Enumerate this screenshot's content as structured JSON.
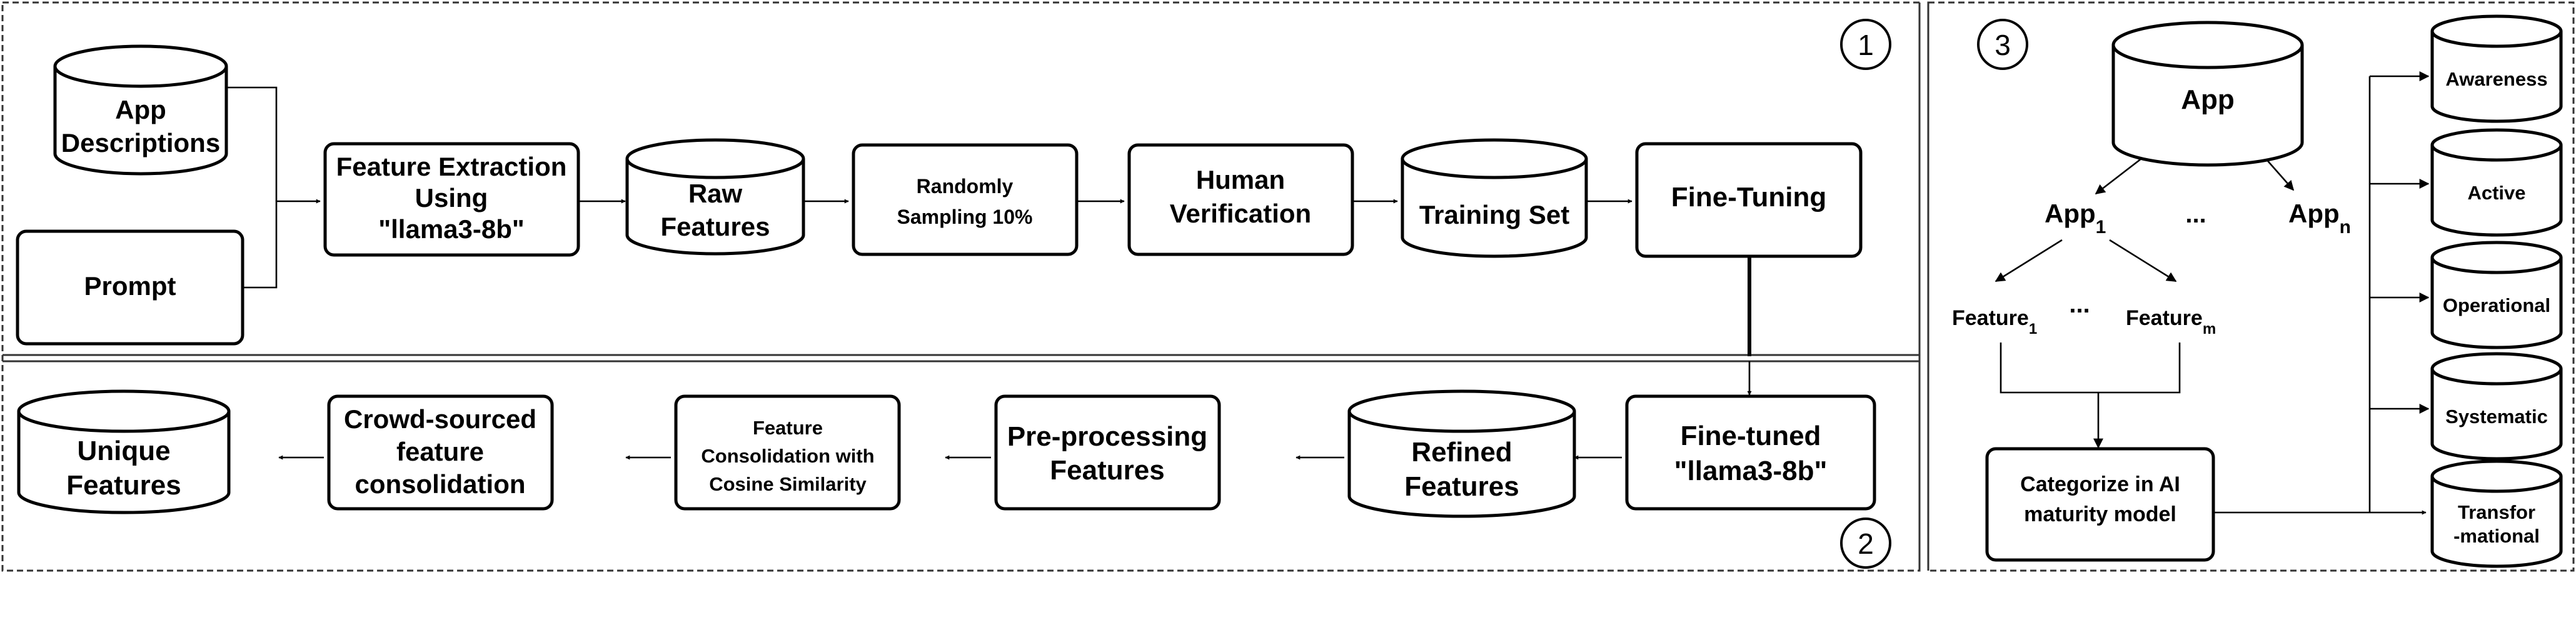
{
  "section_numbers": {
    "one": "1",
    "two": "2",
    "three": "3"
  },
  "pipeline1": {
    "app_descriptions": [
      "App",
      "Descriptions"
    ],
    "prompt": "Prompt",
    "feature_extraction": [
      "Feature Extraction",
      "Using",
      "\"llama3-8b\""
    ],
    "raw_features": [
      "Raw",
      "Features"
    ],
    "random_sampling": [
      "Randomly",
      "Sampling 10%"
    ],
    "human_verification": [
      "Human",
      "Verification"
    ],
    "training_set": "Training Set",
    "fine_tuning": "Fine-Tuning"
  },
  "pipeline2": {
    "fine_tuned": [
      "Fine-tuned",
      "\"llama3-8b\""
    ],
    "refined_features": [
      "Refined",
      "Features"
    ],
    "preprocessing": [
      "Pre-processing",
      "Features"
    ],
    "consolidation_cosine": [
      "Feature",
      "Consolidation with",
      "Cosine Similarity"
    ],
    "crowd_sourced": [
      "Crowd-sourced",
      "feature",
      "consolidation"
    ],
    "unique_features": [
      "Unique",
      "Features"
    ]
  },
  "maturity": {
    "app": "App",
    "app1": {
      "base": "App",
      "sub": "1"
    },
    "appn": {
      "base": "App",
      "sub": "n"
    },
    "ellipsis": "...",
    "feature1": {
      "base": "Feature",
      "sub": "1"
    },
    "featurem": {
      "base": "Feature",
      "sub": "m"
    },
    "categorize": [
      "Categorize in AI",
      "maturity model"
    ],
    "levels": [
      {
        "label": [
          "Awareness"
        ]
      },
      {
        "label": [
          "Active"
        ]
      },
      {
        "label": [
          "Operational"
        ]
      },
      {
        "label": [
          "Systematic"
        ]
      },
      {
        "label": [
          "Transfor",
          "-mational"
        ]
      }
    ]
  }
}
